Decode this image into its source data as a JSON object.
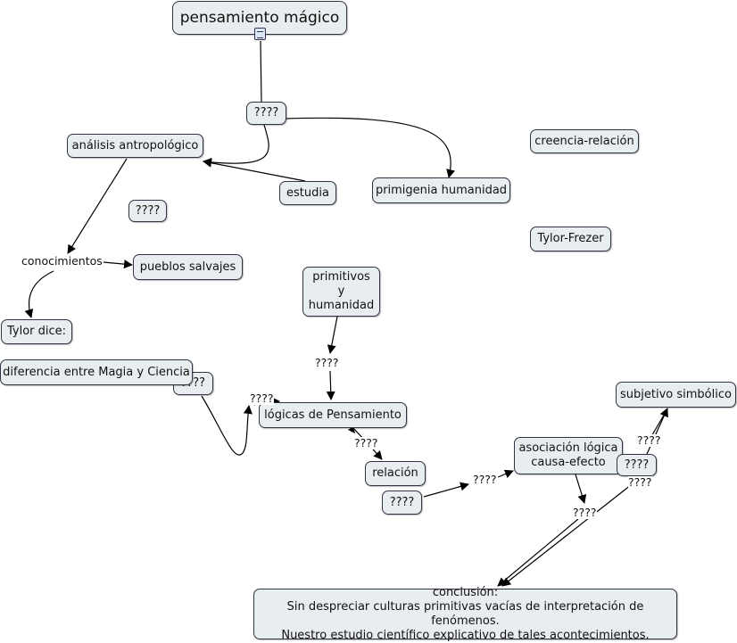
{
  "nodes": {
    "title": "pensamiento mágico",
    "q_top": "????",
    "analisis": "análisis antropológico",
    "estudia": "estudia",
    "primigenia": "primigenia humanidad",
    "creencia": "creencia-relación",
    "tylor_frezer": "Tylor-Frezer",
    "q_mid": "????",
    "pueblos": "pueblos salvajes",
    "primitivos": "primitivos\ny\nhumanidad",
    "tylor_dice": "Tylor dice:",
    "q_dif": "????",
    "diferencia": "diferencia entre Magia y Ciencia",
    "logicas": "lógicas de Pensamiento",
    "subjetivo": "subjetivo simbólico",
    "asociacion": "asociación lógica\ncausa-efecto",
    "q_right": "????",
    "relacion": "relación",
    "q_bottom": "????",
    "conclusion": "conclusión:\nSin despreciar culturas primitivas vacías de interpretación de fenómenos.\nNuestro estudio científico explicativo de tales acontecimientos."
  },
  "labels": {
    "conocimientos": "conocimientos",
    "q1": "????",
    "q2": "????",
    "q3": "????",
    "q4": "????",
    "q5": "????",
    "q6": "????",
    "q7": "????"
  },
  "icons": {
    "resource": "document-icon"
  },
  "colors": {
    "node_fill": "#e8eef0",
    "node_border": "#334455",
    "line": "#000000"
  }
}
